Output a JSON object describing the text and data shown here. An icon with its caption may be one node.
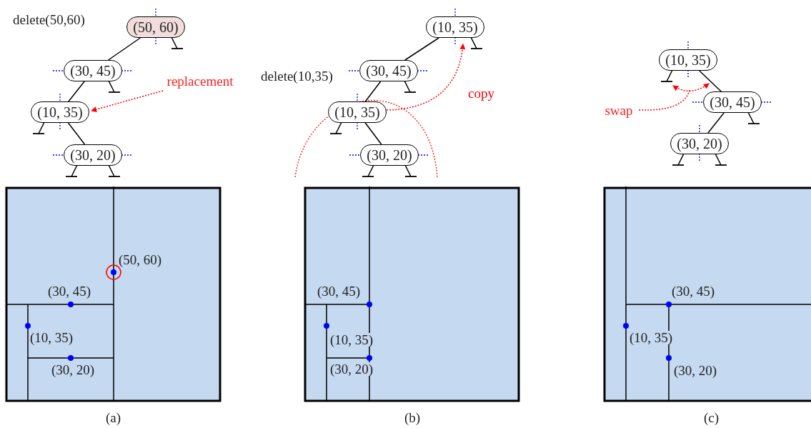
{
  "diagram": {
    "nodes": [
      {
        "text": [
          "(50, 60)"
        ]
      },
      {
        "text": [
          "(30, 45)"
        ]
      },
      {
        "text": [
          "(10, 35)"
        ]
      },
      {
        "text": [
          "(30, 20)"
        ]
      },
      {
        "text": [
          "replacement"
        ]
      },
      {
        "text": [
          "(10, 35)"
        ]
      },
      {
        "text": [
          "(30, 45)"
        ]
      },
      {
        "text": [
          "(10, 35)"
        ]
      },
      {
        "text": [
          "(30, 20)"
        ]
      },
      {
        "text": [
          "(10, 35)"
        ]
      },
      {
        "text": [
          "(30, 45)"
        ]
      },
      {
        "text": [
          "(30, 20)"
        ]
      },
      {
        "text": [
          "swap"
        ]
      }
    ],
    "edges": [
      {
        "from": 0,
        "to": 1,
        "arrow": "none"
      },
      {
        "from": 0,
        "to": null,
        "arrow": "other"
      },
      {
        "from": 1,
        "to": 2,
        "arrow": "none"
      },
      {
        "from": 1,
        "to": null,
        "arrow": "other"
      },
      {
        "from": 2,
        "to": null,
        "arrow": "other"
      },
      {
        "from": 2,
        "to": 3,
        "arrow": "none"
      },
      {
        "from": 3,
        "to": null,
        "arrow": "other"
      },
      {
        "from": 3,
        "to": null,
        "arrow": "other"
      },
      {
        "from": 4,
        "to": 2,
        "arrow": "to",
        "style": "dashed",
        "color": "#ff0000"
      },
      {
        "from": 5,
        "to": 6,
        "arrow": "none"
      },
      {
        "from": 5,
        "to": null,
        "arrow": "other"
      },
      {
        "from": 6,
        "to": 7,
        "arrow": "none"
      },
      {
        "from": 6,
        "to": null,
        "arrow": "other"
      },
      {
        "from": 7,
        "to": null,
        "arrow": "other"
      },
      {
        "from": 7,
        "to": 8,
        "arrow": "none"
      },
      {
        "from": 8,
        "to": null,
        "arrow": "other"
      },
      {
        "from": 8,
        "to": null,
        "arrow": "other"
      },
      {
        "from": 7,
        "to": 5,
        "arrow": "to",
        "label": "copy",
        "style": "dashed",
        "color": "#ff0000"
      },
      {
        "from": 9,
        "to": null,
        "arrow": "other"
      },
      {
        "from": 9,
        "to": 10,
        "arrow": "none"
      },
      {
        "from": 10,
        "to": 11,
        "arrow": "none"
      },
      {
        "from": 10,
        "to": null,
        "arrow": "other"
      },
      {
        "from": 11,
        "to": null,
        "arrow": "other"
      },
      {
        "from": 11,
        "to": null,
        "arrow": "other"
      },
      {
        "from": 9,
        "to": 10,
        "arrow": "both",
        "style": "dashed",
        "color": "#ff0000"
      },
      {
        "from": 12,
        "to": null,
        "arrow": "none",
        "style": "dashed",
        "color": "#ff0000"
      }
    ],
    "labels": [
      "delete(50,60)",
      "delete(10,35)",
      "(50, 60)",
      "(30, 45)",
      "(10, 35)",
      "(30, 20)",
      "(a)",
      "(30, 45)",
      "(10, 35)",
      "(30, 20)",
      "(b)",
      "(30, 45)",
      "(10, 35)",
      "(30, 20)",
      "(c)"
    ]
  }
}
